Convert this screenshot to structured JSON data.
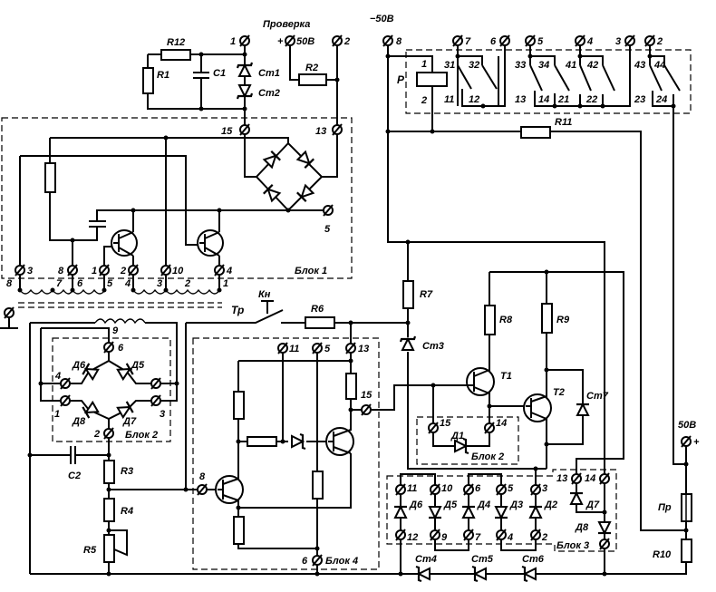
{
  "power": {
    "check": "Проверка",
    "plus": "+",
    "v50": "50В",
    "minus50": "−50В",
    "v50b": "50В",
    "plus_b": "+"
  },
  "components": {
    "R1": "R1",
    "R2": "R2",
    "R3": "R3",
    "R4": "R4",
    "R5": "R5",
    "R6": "R6",
    "R7": "R7",
    "R8": "R8",
    "R9": "R9",
    "R10": "R10",
    "R11": "R11",
    "R12": "R12",
    "C1": "C1",
    "C2": "C2",
    "Ct1": "Ст1",
    "Ct2": "Ст2",
    "Ct3": "Ст3",
    "Ct4": "Ст4",
    "Ct5": "Ст5",
    "Ct6": "Ст6",
    "Ct7": "Ст7",
    "T1": "Т1",
    "T2": "Т2",
    "Kn": "Кн",
    "Tr": "Тр",
    "P": "Р",
    "Pr": "Пр",
    "D1": "Д1",
    "b2D6": "Д6",
    "b2D5": "Д5",
    "b2D8": "Д8",
    "b2D7": "Д7",
    "b3D6": "Д6",
    "b3D5": "Д5",
    "b3D4": "Д4",
    "b3D3": "Д3",
    "b3D2": "Д2",
    "b3D7": "Д7",
    "b3D8": "Д8"
  },
  "blocks": {
    "b1": "Блок 1",
    "b2": "Блок 2",
    "b2b": "Блок 2",
    "b3": "Блок 3",
    "b4": "Блок 4"
  },
  "terminals": {
    "top": [
      "1",
      "2",
      "8",
      "7",
      "6",
      "5",
      "4",
      "3",
      "2"
    ],
    "block1": [
      "15",
      "13",
      "5",
      "3",
      "8",
      "1",
      "2",
      "10",
      "4"
    ],
    "coil": [
      "8",
      "7",
      "6",
      "5",
      "4",
      "3",
      "2",
      "1"
    ],
    "block2": [
      "9",
      "6",
      "4",
      "1",
      "3",
      "2"
    ],
    "block4": [
      "11",
      "5",
      "13",
      "15",
      "8",
      "6"
    ],
    "block2b": [
      "15",
      "14"
    ],
    "block3_top": [
      "11",
      "10",
      "6",
      "5",
      "3",
      "13",
      "14"
    ],
    "block3_bottom": [
      "12",
      "9",
      "7",
      "4",
      "2"
    ]
  },
  "relay": {
    "coil": [
      "1",
      "2"
    ],
    "contacts": [
      "31",
      "32",
      "11",
      "12",
      "33",
      "34",
      "13",
      "14",
      "41",
      "42",
      "21",
      "22",
      "43",
      "44",
      "23",
      "24"
    ]
  }
}
